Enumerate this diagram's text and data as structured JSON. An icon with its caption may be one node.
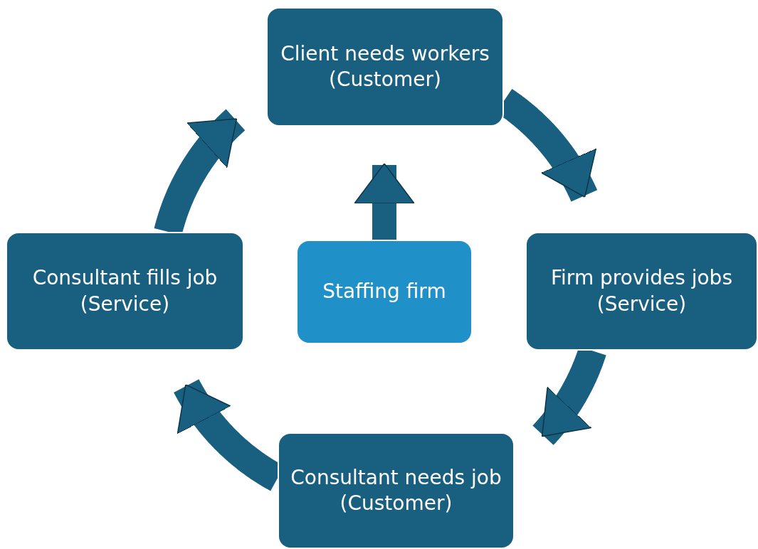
{
  "diagram": {
    "nodes": [
      {
        "text": [
          "Client needs workers (Customer)"
        ]
      },
      {
        "text": [
          "Firm provides jobs (Service)"
        ]
      },
      {
        "text": [
          "Consultant needs job (Customer)"
        ]
      },
      {
        "text": [
          "Consultant fills job (Service)"
        ]
      },
      {
        "text": [
          "Staffing firm"
        ]
      }
    ],
    "edges": [
      {
        "from": 0,
        "to": 1,
        "arrow": "to"
      },
      {
        "from": 1,
        "to": 2,
        "arrow": "to"
      },
      {
        "from": 2,
        "to": 3,
        "arrow": "to"
      },
      {
        "from": 3,
        "to": 0,
        "arrow": "to"
      },
      {
        "from": 4,
        "to": 0,
        "arrow": "to"
      }
    ]
  }
}
